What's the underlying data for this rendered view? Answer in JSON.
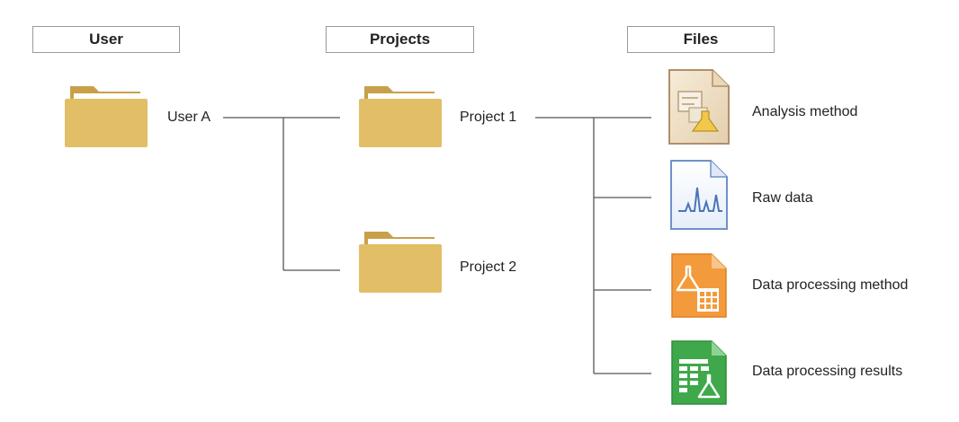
{
  "headers": {
    "user": "User",
    "projects": "Projects",
    "files": "Files"
  },
  "user": {
    "label": "User A",
    "icon": "folder-icon"
  },
  "projects": [
    {
      "label": "Project 1",
      "icon": "folder-icon"
    },
    {
      "label": "Project 2",
      "icon": "folder-icon"
    }
  ],
  "files": [
    {
      "label": "Analysis method",
      "icon": "analysis-method-file-icon"
    },
    {
      "label": "Raw data",
      "icon": "raw-data-file-icon"
    },
    {
      "label": "Data processing method",
      "icon": "data-processing-method-file-icon"
    },
    {
      "label": "Data processing results",
      "icon": "data-processing-results-file-icon"
    }
  ],
  "colors": {
    "folder": "#e2be67",
    "folder_back": "#c9a04a",
    "line": "#555555",
    "raw_data_blue": "#4a74b8",
    "processing_method_orange": "#f39a3c",
    "processing_results_green": "#3fa84a"
  }
}
